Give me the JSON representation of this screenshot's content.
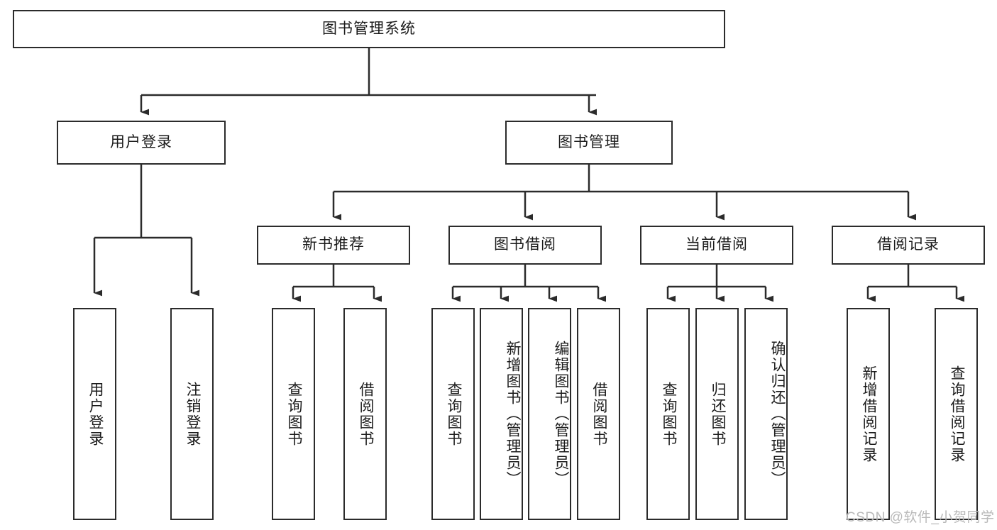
{
  "diagram": {
    "title": "图书管理系统",
    "type": "hierarchy-tree",
    "line_color": "#2b2b2b",
    "box_fill": "#ffffff",
    "text_color": "#1b1b1b"
  },
  "root": {
    "label": "图书管理系统"
  },
  "level2": [
    {
      "label": "用户登录"
    },
    {
      "label": "图书管理"
    }
  ],
  "level3": [
    {
      "label": "新书推荐"
    },
    {
      "label": "图书借阅"
    },
    {
      "label": "当前借阅"
    },
    {
      "label": "借阅记录"
    }
  ],
  "leaves": {
    "user_login": [
      {
        "label": "用户登录"
      },
      {
        "label": "注销登录"
      }
    ],
    "new_book": [
      {
        "label": "查询图书"
      },
      {
        "label": "借阅图书"
      }
    ],
    "book_borrow": [
      {
        "label": "查询图书"
      },
      {
        "label": "新增图书（管理员）"
      },
      {
        "label": "编辑图书（管理员）"
      },
      {
        "label": "借阅图书"
      }
    ],
    "current_borrow": [
      {
        "label": "查询图书"
      },
      {
        "label": "归还图书"
      },
      {
        "label": "确认归还（管理员）"
      }
    ],
    "borrow_record": [
      {
        "label": "新增借阅记录"
      },
      {
        "label": "查询借阅记录"
      }
    ]
  },
  "watermark": {
    "text": "CSDN @软件_小贺同学"
  }
}
